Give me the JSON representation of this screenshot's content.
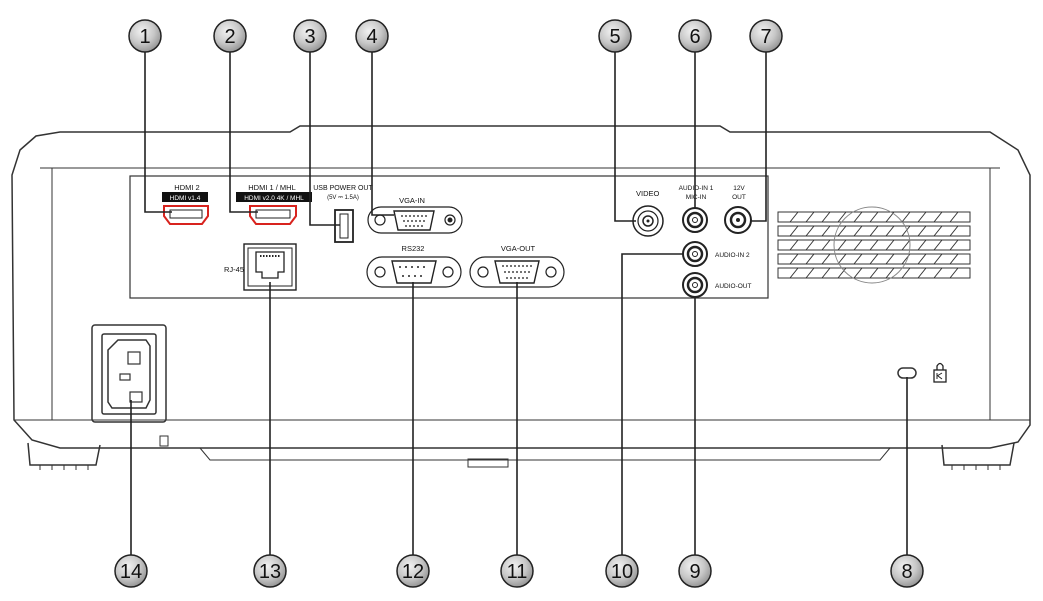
{
  "callouts": [
    "1",
    "2",
    "3",
    "4",
    "5",
    "6",
    "7",
    "8",
    "9",
    "10",
    "11",
    "12",
    "13",
    "14"
  ],
  "port_labels": {
    "hdmi2": "HDMI 2",
    "hdmi2_ver": "HDMI v1.4",
    "hdmi1": "HDMI 1 / MHL",
    "hdmi1_ver": "HDMI v2.0 4K / MHL",
    "usb": "USB POWER OUT",
    "usb_rating": "(5V ⎓ 1.5A)",
    "vga_in": "VGA-IN",
    "video": "VIDEO",
    "audio_in1": "AUDIO-IN 1",
    "mic_in": "MIC-IN",
    "v12": "12V",
    "v12_out": "OUT",
    "audio_in2": "AUDIO-IN 2",
    "audio_out": "AUDIO-OUT",
    "rs232": "RS232",
    "vga_out": "VGA-OUT",
    "rj45": "RJ-45"
  },
  "colors": {
    "outline": "#333333",
    "callout_fill": "#bdbdbd",
    "callout_line": "#222222",
    "hdmi_red": "#d8231e"
  },
  "icons": [
    "kensington-lock-icon"
  ]
}
